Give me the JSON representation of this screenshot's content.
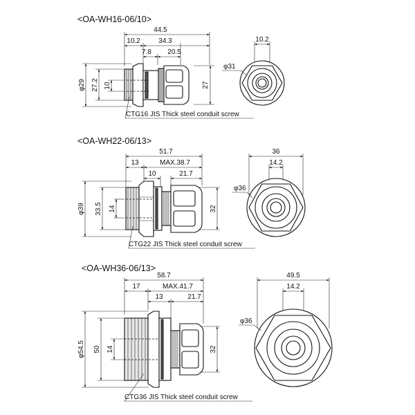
{
  "models": [
    {
      "title": "<OA-WH16-06/10>",
      "note": "CTG16 JIS Thick steel conduit screw",
      "side_dims": {
        "overall": "44.5",
        "thread": "10.2",
        "body": "34.3",
        "hex": "7.8",
        "cap": "20.5",
        "dia_outer": "φ29",
        "dia_thread": "27.2",
        "bore": "10",
        "cap_dia": "27"
      },
      "front_dims": {
        "hex_flat": "10.2",
        "dia": "φ31"
      }
    },
    {
      "title": "<OA-WH22-06/13>",
      "note": "CTG22 JIS Thick steel conduit screw",
      "side_dims": {
        "overall": "51.7",
        "thread": "13",
        "body": "MAX.38.7",
        "hex": "10",
        "cap": "21.7",
        "dia_outer": "φ39",
        "dia_thread": "33.5",
        "bore": "14",
        "cap_dia": "32"
      },
      "front_dims": {
        "across": "36",
        "hex_flat": "14.2",
        "dia": "φ36"
      }
    },
    {
      "title": "<OA-WH36-06/13>",
      "note": "CTG36 JIS Thick steel conduit screw",
      "side_dims": {
        "overall": "58.7",
        "thread": "17",
        "body": "MAX.41.7",
        "hex": "13",
        "cap": "21.7",
        "dia_outer": "φ54.5",
        "dia_thread": "50",
        "bore": "14",
        "cap_dia": "32"
      },
      "front_dims": {
        "across": "49.5",
        "hex_flat": "14.2",
        "dia": "φ36"
      }
    }
  ]
}
